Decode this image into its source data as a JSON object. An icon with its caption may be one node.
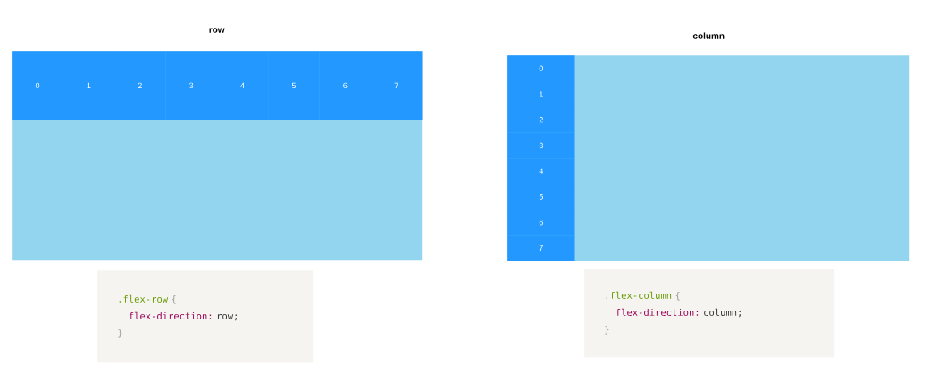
{
  "diagram": {
    "nodes": [
      {
        "text": [
          "row"
        ]
      },
      {
        "text": [
          "0"
        ],
        "in": 0
      },
      {
        "text": [
          "1"
        ],
        "in": 0
      },
      {
        "text": [
          "2"
        ],
        "in": 0
      },
      {
        "text": [
          "3"
        ],
        "in": 0
      },
      {
        "text": [
          "4"
        ],
        "in": 0
      },
      {
        "text": [
          "5"
        ],
        "in": 0
      },
      {
        "text": [
          "6"
        ],
        "in": 0
      },
      {
        "text": [
          "7"
        ],
        "in": 0
      },
      {
        "text": [
          "column"
        ]
      },
      {
        "text": [
          "0"
        ],
        "in": 9
      },
      {
        "text": [
          "1"
        ],
        "in": 9
      },
      {
        "text": [
          "2"
        ],
        "in": 9
      },
      {
        "text": [
          "3"
        ],
        "in": 9
      },
      {
        "text": [
          "4"
        ],
        "in": 9
      },
      {
        "text": [
          "5"
        ],
        "in": 9
      },
      {
        "text": [
          "6"
        ],
        "in": 9
      },
      {
        "text": [
          "7"
        ],
        "in": 9
      },
      {
        "text": [
          ".flex-row",
          "{",
          "flex-direction:",
          "row;",
          "}"
        ]
      },
      {
        "text": [
          ".flex-column",
          "{",
          "flex-direction:",
          "column;",
          "}"
        ]
      }
    ]
  }
}
